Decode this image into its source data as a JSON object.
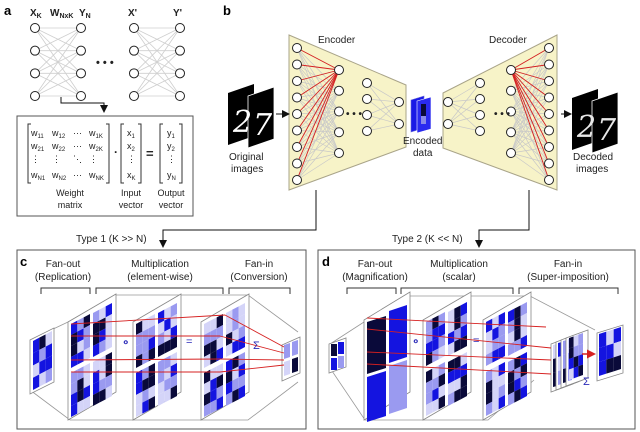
{
  "panels": {
    "a": "a",
    "b": "b",
    "c": "c",
    "d": "d"
  },
  "panel_a": {
    "layer1_in": "X",
    "layer1_in_sub": "K",
    "layer1_weight": "W",
    "layer1_weight_sub": "NxK",
    "layer1_out": "Y",
    "layer1_out_sub": "N",
    "layer2_in": "X'",
    "layer2_out": "Y'",
    "ellipsis": "• • •",
    "nodes_per_column": 4,
    "matrix_rows": [
      [
        "w11",
        "w12",
        "···",
        "w1K"
      ],
      [
        "w21",
        "w22",
        "···",
        "w2K"
      ],
      [
        "⋮",
        "⋮",
        "⋱",
        "⋮"
      ],
      [
        "wN1",
        "wN2",
        "···",
        "wNK"
      ]
    ],
    "input_vector": [
      "x1",
      "x2",
      "⋮",
      "xK"
    ],
    "output_vector": [
      "y1",
      "y2",
      "⋮",
      "yN"
    ],
    "dot": "·",
    "equals": "=",
    "weight_label": [
      "Weight",
      "matrix"
    ],
    "input_label": [
      "Input",
      "vector"
    ],
    "output_label": [
      "Output",
      "vector"
    ]
  },
  "panel_b": {
    "encoder_label": "Encoder",
    "decoder_label": "Decoder",
    "original_label": [
      "Original",
      "images"
    ],
    "encoded_label": [
      "Encoded",
      "data"
    ],
    "decoded_label": [
      "Decoded",
      "images"
    ],
    "digits": [
      "2",
      "7"
    ],
    "encoder_layers": [
      9,
      5,
      4,
      2
    ],
    "decoder_layers": [
      2,
      4,
      5,
      9
    ],
    "ellipsis": "• • •"
  },
  "connectors": {
    "type1": "Type 1 (K >> N)",
    "type2": "Type 2 (K << N)"
  },
  "panel_c": {
    "stages": [
      {
        "title": "Fan-out",
        "subtitle": "(Replication)"
      },
      {
        "title": "Multiplication",
        "subtitle": "(element-wise)"
      },
      {
        "title": "Fan-in",
        "subtitle": "(Conversion)"
      }
    ],
    "operator_mult": "∘",
    "operator_eq": "=",
    "operator_sum": "Σ"
  },
  "panel_d": {
    "stages": [
      {
        "title": "Fan-out",
        "subtitle": "(Magnification)"
      },
      {
        "title": "Multiplication",
        "subtitle": "(scalar)"
      },
      {
        "title": "Fan-in",
        "subtitle": "(Super-imposition)"
      }
    ],
    "operator_mult": "∘",
    "operator_eq": "=",
    "operator_sum": "Σ"
  },
  "colors": {
    "trapezoid_fill": "#f7f3c8",
    "trapezoid_stroke": "#a9a489",
    "highlight_edge": "#d62020",
    "edge": "#c8c8c8",
    "blue_dark": "#0a0a3a",
    "blue_mid": "#1414e0",
    "blue_light": "#9a9af0",
    "blue_pale": "#d4d4f8",
    "sum_color": "#2b2bb8"
  }
}
